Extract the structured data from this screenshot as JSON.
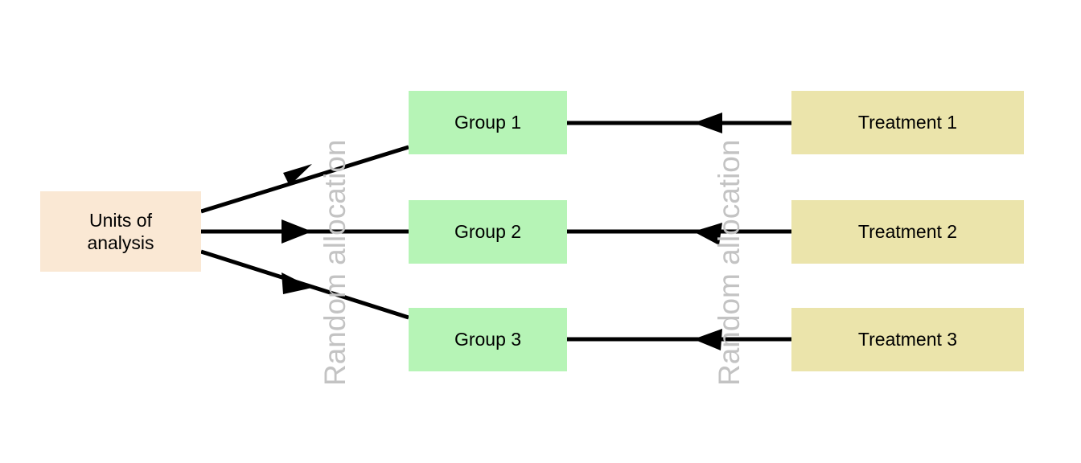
{
  "diagram": {
    "title": "Randomized experiment allocation flow",
    "background": "#ffffff",
    "colors": {
      "source_box": "#fae8d4",
      "group_box": "#b6f4b6",
      "treatment_box": "#ebe4ab",
      "connector": "#000000",
      "vertical_label": "#c3c3c3",
      "text": "#000000"
    },
    "source": {
      "label_line1": "Units of",
      "label_line2": "analysis"
    },
    "stage_labels": [
      {
        "text": "Random allocation",
        "orientation": "vertical-bottom-to-top"
      },
      {
        "text": "Random allocation",
        "orientation": "vertical-bottom-to-top"
      }
    ],
    "groups": [
      {
        "label": "Group 1"
      },
      {
        "label": "Group 2"
      },
      {
        "label": "Group 3"
      }
    ],
    "treatments": [
      {
        "label": "Treatment 1"
      },
      {
        "label": "Treatment 2"
      },
      {
        "label": "Treatment 3"
      }
    ],
    "connectors": [
      {
        "from": "Units of analysis",
        "to": "Group 1",
        "direction": "right",
        "style": "diagonal-up"
      },
      {
        "from": "Units of analysis",
        "to": "Group 2",
        "direction": "right",
        "style": "horizontal"
      },
      {
        "from": "Units of analysis",
        "to": "Group 3",
        "direction": "right",
        "style": "diagonal-down"
      },
      {
        "from": "Treatment 1",
        "to": "Group 1",
        "direction": "left",
        "style": "horizontal"
      },
      {
        "from": "Treatment 2",
        "to": "Group 2",
        "direction": "left",
        "style": "horizontal"
      },
      {
        "from": "Treatment 3",
        "to": "Group 3",
        "direction": "left",
        "style": "horizontal"
      }
    ]
  }
}
